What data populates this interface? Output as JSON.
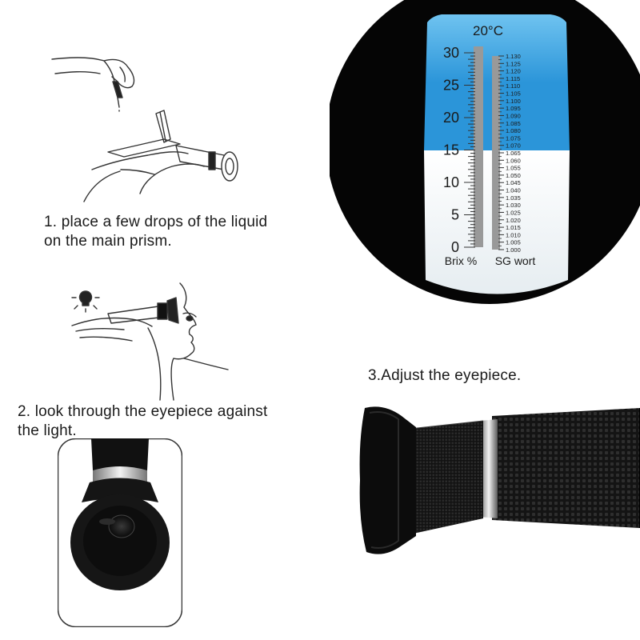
{
  "steps": [
    {
      "text_line1": "1. place a few drops of the liquid",
      "text_line2": "on the main prism."
    },
    {
      "text_line1": "2. look through the eyepiece against",
      "text_line2": "the light."
    },
    {
      "text_line1": "3.Adjust the eyepiece."
    }
  ],
  "scale": {
    "temperature": "20°C",
    "brix_label": "Brix %",
    "sg_label": "SG wort",
    "brix_ticks": [
      "30",
      "25",
      "20",
      "15",
      "10",
      "5",
      "0"
    ],
    "sg_ticks": [
      "1.130",
      "1.125",
      "1.120",
      "1.115",
      "1.110",
      "1.105",
      "1.100",
      "1.095",
      "1.090",
      "1.085",
      "1.080",
      "1.075",
      "1.070",
      "1.065",
      "1.060",
      "1.055",
      "1.050",
      "1.045",
      "1.040",
      "1.035",
      "1.030",
      "1.025",
      "1.020",
      "1.015",
      "1.010",
      "1.005",
      "1.000"
    ],
    "reading_brix": 15,
    "colors": {
      "blue": "#2b95d9",
      "blue_light": "#6fc3f0",
      "white": "#eef3f6",
      "bezel": "#050505"
    }
  },
  "icons": {
    "illustration_1": "hand-dropper-prism-icon",
    "illustration_2": "eye-eyepiece-lightbulb-icon",
    "photo_front": "refractometer-front-view",
    "photo_side": "refractometer-eyepiece-side-view"
  }
}
